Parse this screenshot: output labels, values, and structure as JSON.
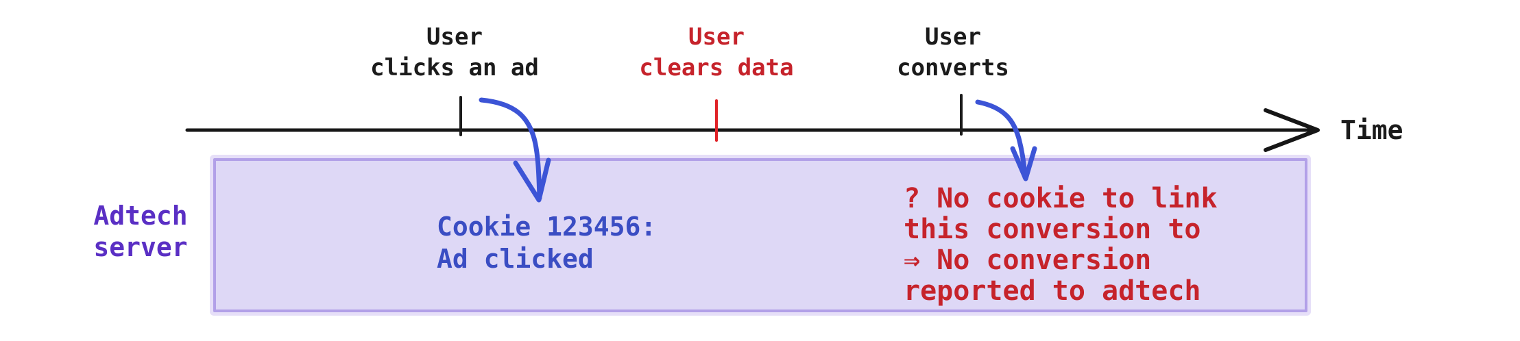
{
  "diagram": {
    "description": "Timeline showing adtech cookie tracking broken by user clearing data"
  },
  "timeline": {
    "axis_label": "Time",
    "events": [
      {
        "id": "user-clicks-ad",
        "label": "User\nclicks an ad",
        "color": "#1b1b1b"
      },
      {
        "id": "user-clears-data",
        "label": "User\nclears data",
        "color": "#c6232b"
      },
      {
        "id": "user-converts",
        "label": "User\nconverts",
        "color": "#1b1b1b"
      }
    ]
  },
  "adtech_lane": {
    "label": "Adtech\nserver",
    "cookie_note": "Cookie 123456:\nAd clicked",
    "no_cookie_note": "? No cookie to link\nthis conversion to\n⇒ No conversion\nreported to adtech"
  },
  "colors": {
    "axis_black": "#161616",
    "event_text_black": "#1b1b1b",
    "event_text_red": "#c6232b",
    "tick_red": "#e02227",
    "note_blue": "#3a4dc3",
    "annotation_arrow_blue": "#3c54d6",
    "lane_label_purple": "#5a2fc4",
    "box_fill": "#ded8f6",
    "box_border": "#b2a0e8"
  }
}
